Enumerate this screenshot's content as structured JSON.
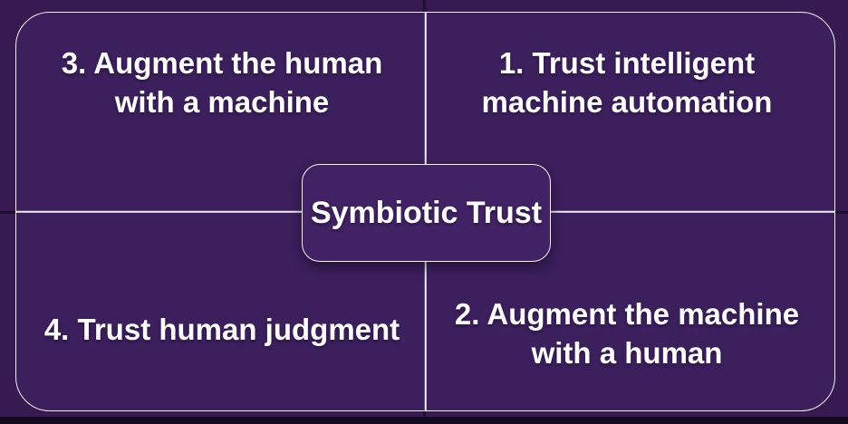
{
  "diagram": {
    "title_box": {
      "label": "Symbiotic Trust"
    },
    "quadrants": {
      "top_left": {
        "lines": [
          "3. Augment the human",
          "with a machine"
        ]
      },
      "top_right": {
        "lines": [
          "1. Trust intelligent",
          "machine automation"
        ]
      },
      "bottom_left": {
        "lines": [
          "4. Trust human judgment"
        ]
      },
      "bottom_right": {
        "lines": [
          "2. Augment the machine",
          "with a human"
        ]
      }
    },
    "colors": {
      "slide_background": "#381a53",
      "panel_fill": "#3c1f5d",
      "center_box_fill": "#412264",
      "divider_and_border": "#f3f0f7",
      "text": "#ffffff",
      "bottom_edge_band": "#140a20",
      "outer_cross_lines": "#1d102f"
    }
  }
}
